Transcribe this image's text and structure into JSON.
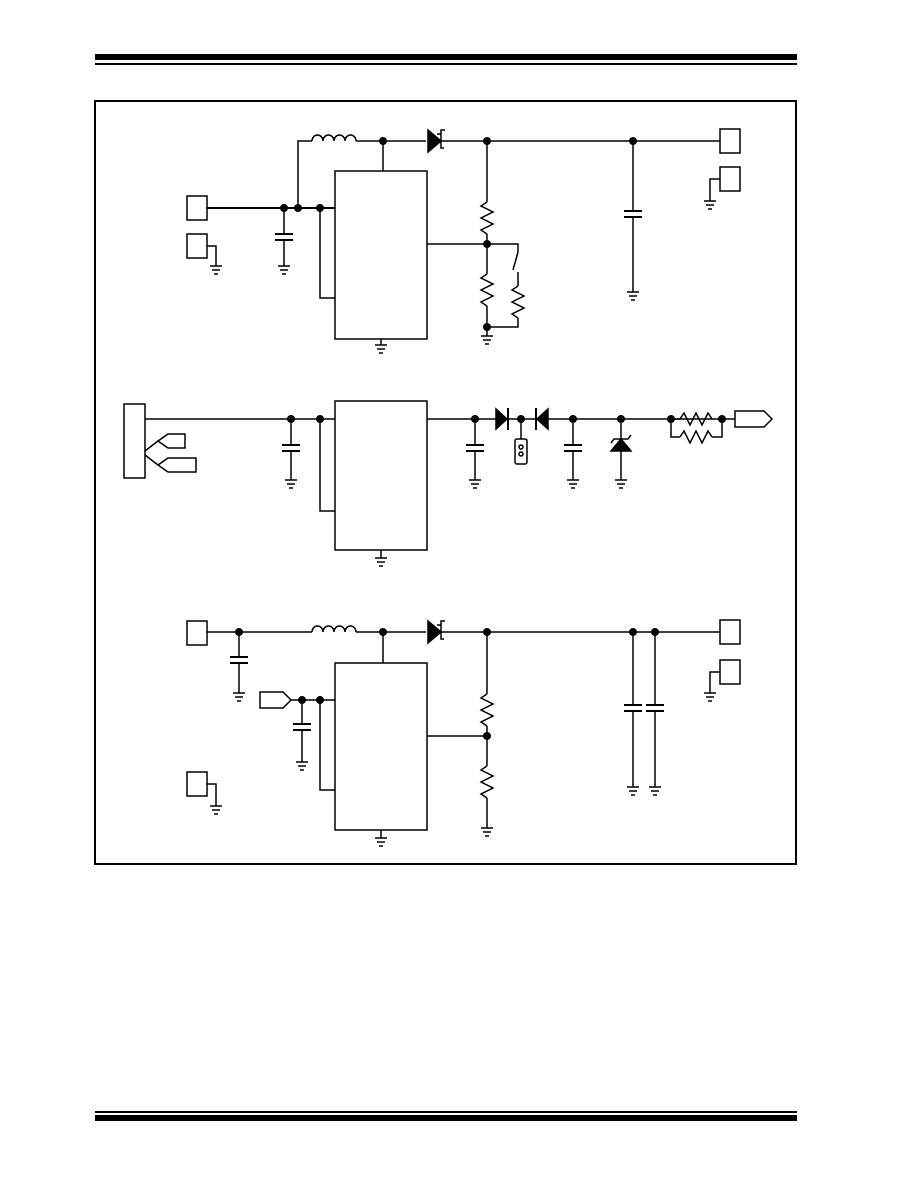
{
  "page": {
    "header_rule": "",
    "footer_rule": ""
  },
  "figure": {
    "caption": "",
    "circuits": [
      {
        "id": "boost-converter-top"
      },
      {
        "id": "charge-pump-led-middle"
      },
      {
        "id": "boost-converter-bottom"
      }
    ]
  },
  "colors": {
    "ink": "#000000",
    "background": "#ffffff"
  }
}
